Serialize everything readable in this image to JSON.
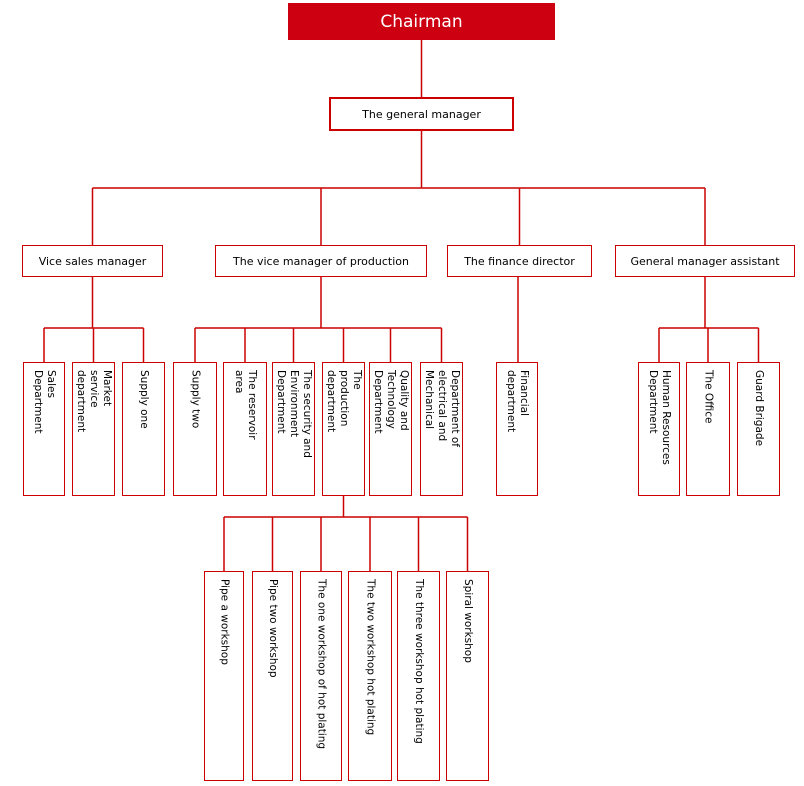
{
  "colors": {
    "chairman_bg": "#cc0011",
    "chairman_text": "#ffffff",
    "line": "#cc0000",
    "node_border": "#cc0000",
    "node_bg": "#ffffff",
    "node_text": "#000000"
  },
  "org": {
    "chairman": {
      "label": "Chairman"
    },
    "general_manager": {
      "label": "The general manager"
    },
    "branches": [
      {
        "label": "Vice sales manager",
        "children": [
          {
            "label": "Sales\nDepartment"
          },
          {
            "label": "Market\nservice\ndepartment"
          },
          {
            "label": "Supply one"
          }
        ]
      },
      {
        "label": "The vice manager of production",
        "children": [
          {
            "label": "Supply two"
          },
          {
            "label": "The reservoir\narea"
          },
          {
            "label": "The security and\nEnvironment\nDepartment"
          },
          {
            "label": "The\nproduction\ndepartment",
            "children": [
              {
                "label": "Pipe a workshop"
              },
              {
                "label": "Pipe two workshop"
              },
              {
                "label": "The one workshop of hot plating"
              },
              {
                "label": "The two workshop hot plating"
              },
              {
                "label": "The three workshop hot plating"
              },
              {
                "label": "Spiral workshop"
              }
            ]
          },
          {
            "label": "Quality and\nTechnology\nDepartment"
          },
          {
            "label": "Department of\nelectrical and\nMechanical"
          }
        ]
      },
      {
        "label": "The finance director",
        "children": [
          {
            "label": "Financial\ndepartment"
          }
        ]
      },
      {
        "label": "General manager assistant",
        "children": [
          {
            "label": "Human Resources\nDepartment"
          },
          {
            "label": "The Office"
          },
          {
            "label": "Guard Brigade"
          }
        ]
      }
    ]
  }
}
